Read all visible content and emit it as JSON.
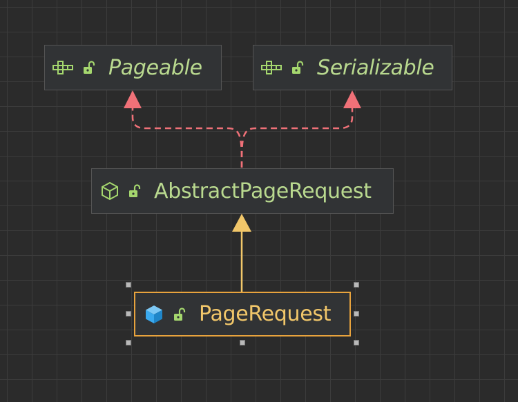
{
  "diagram": {
    "nodes": {
      "pageable": {
        "label": "Pageable",
        "kind": "interface",
        "icons": [
          "interface-icon",
          "unlocked-icon"
        ]
      },
      "serializable": {
        "label": "Serializable",
        "kind": "interface",
        "icons": [
          "interface-icon",
          "unlocked-icon"
        ]
      },
      "abstract_page_request": {
        "label": "AbstractPageRequest",
        "kind": "abstract-class",
        "icons": [
          "abstract-class-icon",
          "unlocked-icon"
        ]
      },
      "page_request": {
        "label": "PageRequest",
        "kind": "class",
        "selected": true,
        "icons": [
          "class-icon",
          "unlocked-icon"
        ]
      }
    },
    "edges": [
      {
        "from": "abstract_page_request",
        "to": "pageable",
        "type": "implements",
        "style": "dashed"
      },
      {
        "from": "abstract_page_request",
        "to": "serializable",
        "type": "implements",
        "style": "dashed"
      },
      {
        "from": "page_request",
        "to": "abstract_page_request",
        "type": "extends",
        "style": "solid"
      }
    ],
    "colors": {
      "background": "#2b2b2b",
      "grid": "#3c3c3c",
      "node_fill": "#313335",
      "node_border": "#555555",
      "selected_border": "#e8a33d",
      "label_green": "#b9d98f",
      "label_selected": "#f2c76a",
      "implements_edge": "#f07178",
      "extends_edge": "#f2c76a",
      "icon_green": "#a5d76e",
      "class_icon_blue": "#3aa9ee"
    }
  }
}
